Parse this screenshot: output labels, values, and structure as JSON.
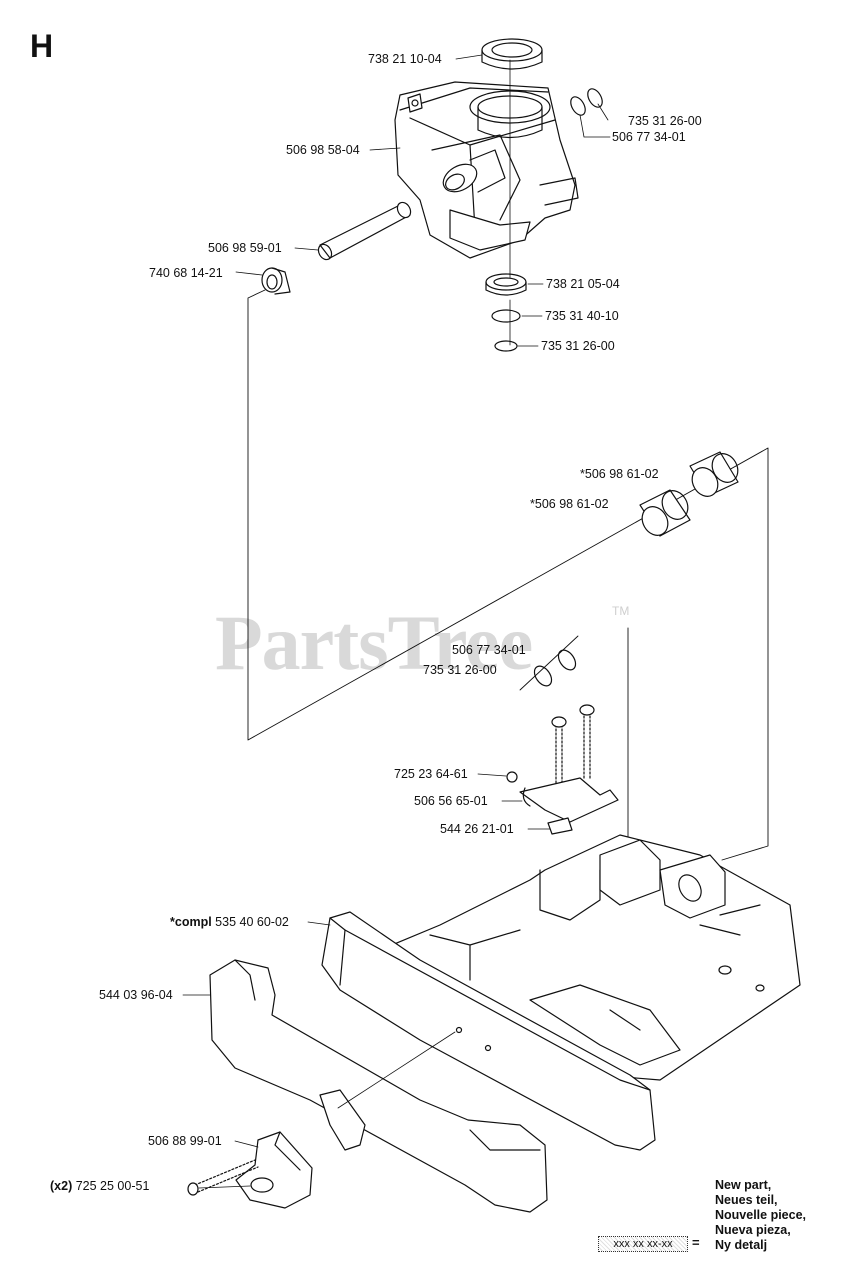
{
  "section_letter": "H",
  "watermark": {
    "text": "PartsTree",
    "tm": "TM"
  },
  "parts": [
    {
      "id": "p1",
      "text": "738 21 10-04"
    },
    {
      "id": "p2",
      "text": "735 31 26-00"
    },
    {
      "id": "p3",
      "text": "506 77 34-01"
    },
    {
      "id": "p4",
      "text": "506 98 58-04"
    },
    {
      "id": "p5",
      "text": "506 98 59-01"
    },
    {
      "id": "p6",
      "text": "740 68 14-21"
    },
    {
      "id": "p7",
      "text": "738 21 05-04"
    },
    {
      "id": "p8",
      "text": "735 31 40-10"
    },
    {
      "id": "p9",
      "text": "735 31 26-00"
    },
    {
      "id": "p10",
      "text": "*506 98 61-02"
    },
    {
      "id": "p11",
      "text": "*506 98 61-02"
    },
    {
      "id": "p12",
      "text": "506 77 34-01"
    },
    {
      "id": "p13",
      "text": "735 31 26-00"
    },
    {
      "id": "p14",
      "text": "725 23 64-61"
    },
    {
      "id": "p15",
      "text": "506 56 65-01"
    },
    {
      "id": "p16",
      "text": "544 26 21-01"
    },
    {
      "id": "p17",
      "text": "535 40 60-02",
      "prefix": "*compl"
    },
    {
      "id": "p18",
      "text": "544 03 96-04"
    },
    {
      "id": "p19",
      "text": "506 88 99-01"
    },
    {
      "id": "p20",
      "text": "725 25 00-51",
      "prefix": "(x2)"
    }
  ],
  "legend": {
    "lines": [
      "New part,",
      "Neues teil,",
      "Nouvelle piece,",
      "Nueva pieza,",
      "Ny detalj"
    ],
    "box_text": "xxx xx xx-xx",
    "equals": "="
  }
}
